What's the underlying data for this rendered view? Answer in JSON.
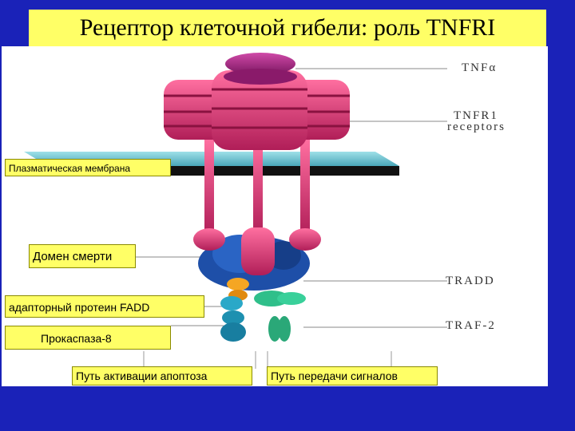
{
  "title": "Рецептор клеточной гибели: роль TNFRI",
  "diagram_labels": {
    "tnf_alpha": "TNFα",
    "tnfr1_line1": "TNFR1",
    "tnfr1_line2": "receptors",
    "tradd": "TRADD",
    "traf2": "TRAF-2"
  },
  "callouts": {
    "membrane": "Плазматическая мембрана",
    "death_domain": "Домен смерти",
    "fadd": "адапторный протеин FADD",
    "procaspase": "Прокаспаза-8",
    "apoptosis": "Путь активации апоптоза",
    "signaling": "Путь передачи сигналов"
  },
  "colors": {
    "background": "#1a22b8",
    "title_bar": "#ffff66",
    "callout": "#ffff66",
    "receptor": "#d4306e",
    "tnf": "#a3247c",
    "membrane": "#6ec4d0",
    "tradd_blue": "#1e4fa8",
    "fadd_orange": "#f5a623",
    "procaspase_cyan": "#2aa8c8",
    "traf_green": "#2fbf8a"
  }
}
